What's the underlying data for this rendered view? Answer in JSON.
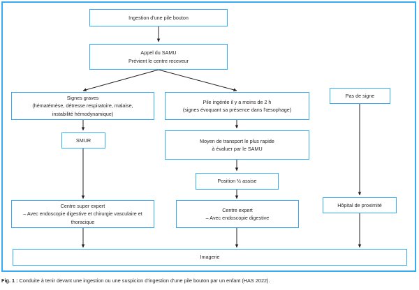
{
  "figure": {
    "caption_label": "Fig. 1 :",
    "caption_text": "Conduite à tenir devant une ingestion ou une suspicion d'ingestion d'une pile bouton par un enfant (HAS 2022).",
    "border_color": "#35aaf5",
    "box_border_color": "#35aaf5",
    "arrow_color": "#231f20",
    "text_color": "#231f20",
    "background": "#ffffff"
  },
  "diagram": {
    "type": "flowchart",
    "title": "Conduite à tenir devant une ingestion ou une suspicion d'ingestion d'une pile bouton par un enfant",
    "nodes": [
      {
        "id": "ingestion",
        "label": "Ingestion d'une pile bouton"
      },
      {
        "id": "appel-samu",
        "label": "Appel du SAMU\nPrévient le centre receveur"
      },
      {
        "id": "signes-graves",
        "label": "Signes graves\n(hématémèse, détresse respiratoire, malaise,\ninstabilité hémodynamique)"
      },
      {
        "id": "pile-ingeree",
        "label": "Pile ingérée il y a moins de 2 h\n(signes évoquant sa présence dans l'œsophage)"
      },
      {
        "id": "pas-de-signe",
        "label": "Pas de signe"
      },
      {
        "id": "smur",
        "label": "SMUR"
      },
      {
        "id": "moyen-transport",
        "label": "Moyen de transport le plus rapide\nà évaluer par le SAMU"
      },
      {
        "id": "position-assise",
        "label": "Position ½ assise"
      },
      {
        "id": "centre-super-expert",
        "label": "Centre super expert\n– Avec endoscopie digestive et chirurgie vasculaire et\nthoracique"
      },
      {
        "id": "centre-expert",
        "label": "Centre expert\n– Avec endoscopie digestive"
      },
      {
        "id": "hopital-proximite",
        "label": "Hôpital de proximité"
      },
      {
        "id": "imagerie",
        "label": "Imagerie"
      }
    ],
    "edges": [
      {
        "from": "ingestion",
        "to": "appel-samu"
      },
      {
        "from": "appel-samu",
        "to": "signes-graves"
      },
      {
        "from": "appel-samu",
        "to": "pile-ingeree"
      },
      {
        "from": "signes-graves",
        "to": "smur"
      },
      {
        "from": "smur",
        "to": "centre-super-expert"
      },
      {
        "from": "pile-ingeree",
        "to": "moyen-transport"
      },
      {
        "from": "moyen-transport",
        "to": "position-assise"
      },
      {
        "from": "position-assise",
        "to": "centre-expert"
      },
      {
        "from": "pas-de-signe",
        "to": "hopital-proximite"
      },
      {
        "from": "centre-super-expert",
        "to": "imagerie"
      },
      {
        "from": "centre-expert",
        "to": "imagerie"
      },
      {
        "from": "hopital-proximite",
        "to": "imagerie"
      }
    ]
  }
}
